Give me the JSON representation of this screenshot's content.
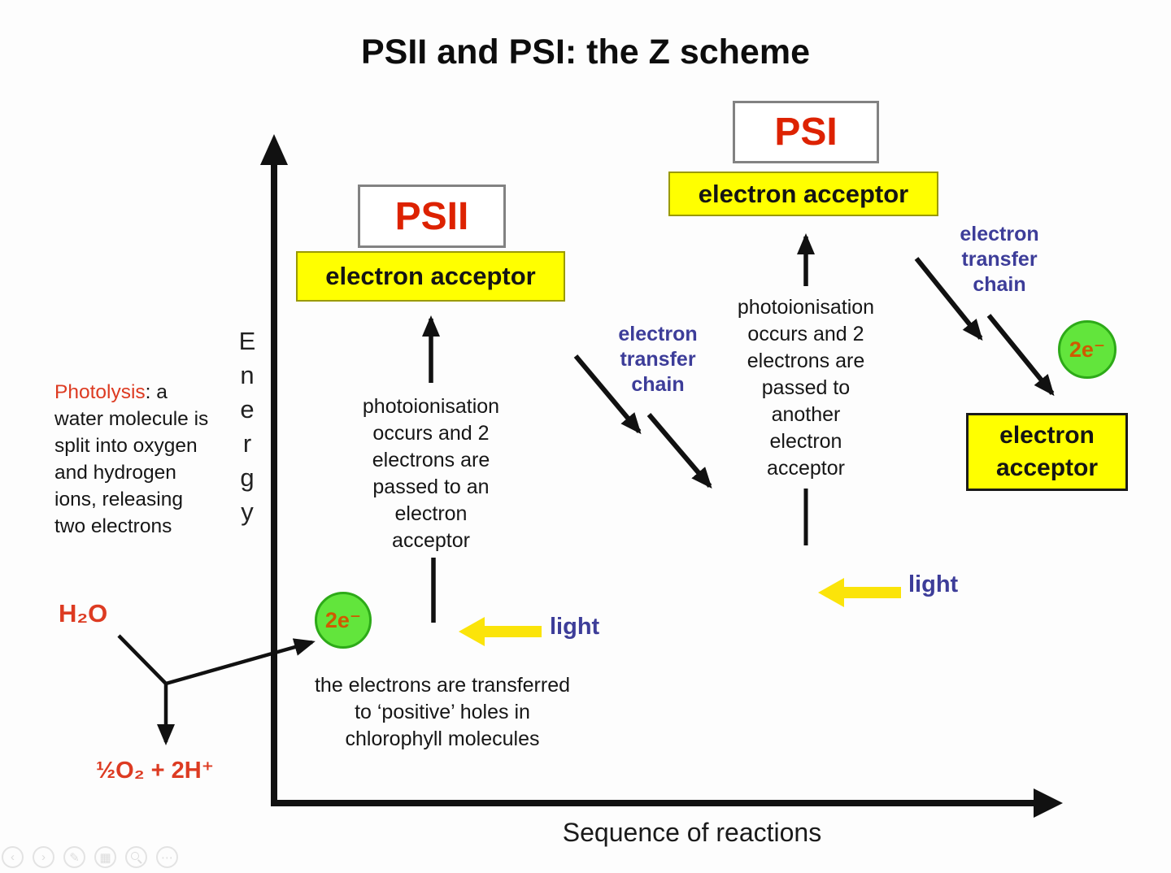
{
  "title": "PSII and PSI: the Z scheme",
  "colors": {
    "photosystem_red": "#dd2200",
    "annotation_blue": "#3d3d99",
    "highlight_yellow": "#ffff00",
    "electron_green": "#62e53c",
    "electron_text_orange": "#cf5a00"
  },
  "axes": {
    "y_letters": [
      "E",
      "n",
      "e",
      "r",
      "g",
      "y"
    ],
    "x_label": "Sequence of reactions"
  },
  "psii": {
    "name": "PSII",
    "acceptor_label": "electron acceptor",
    "annotation": "photoionisation\noccurs and 2\nelectrons are\npassed to an\nelectron\nacceptor",
    "light_label": "light",
    "electrons_badge": "2e⁻",
    "transfer_note": "the electrons are transferred\nto ‘positive’ holes in\nchlorophyll molecules"
  },
  "psi": {
    "name": "PSI",
    "acceptor_label": "electron acceptor",
    "annotation": "photoionisation\noccurs and 2\nelectrons are\npassed to\nanother\nelectron\nacceptor",
    "light_label": "light",
    "electrons_badge": "2e⁻",
    "final_acceptor_label": "electron\nacceptor"
  },
  "labels": {
    "etc_mid": "electron\ntransfer\nchain",
    "etc_right": "electron\ntransfer\nchain"
  },
  "photolysis": {
    "term": "Photolysis",
    "rest": ": a water molecule is split into oxygen and hydrogen ions, releasing two electrons",
    "water": "H₂O",
    "products": "½O₂ + 2H⁺"
  },
  "toolbar": {
    "icons": [
      {
        "name": "previous-slide",
        "glyph": "‹"
      },
      {
        "name": "next-slide",
        "glyph": "›"
      },
      {
        "name": "pen-annotate",
        "glyph": "✎"
      },
      {
        "name": "slide-grid",
        "glyph": "▦"
      },
      {
        "name": "zoom",
        "glyph": ""
      },
      {
        "name": "more-options",
        "glyph": "⋯"
      }
    ]
  }
}
